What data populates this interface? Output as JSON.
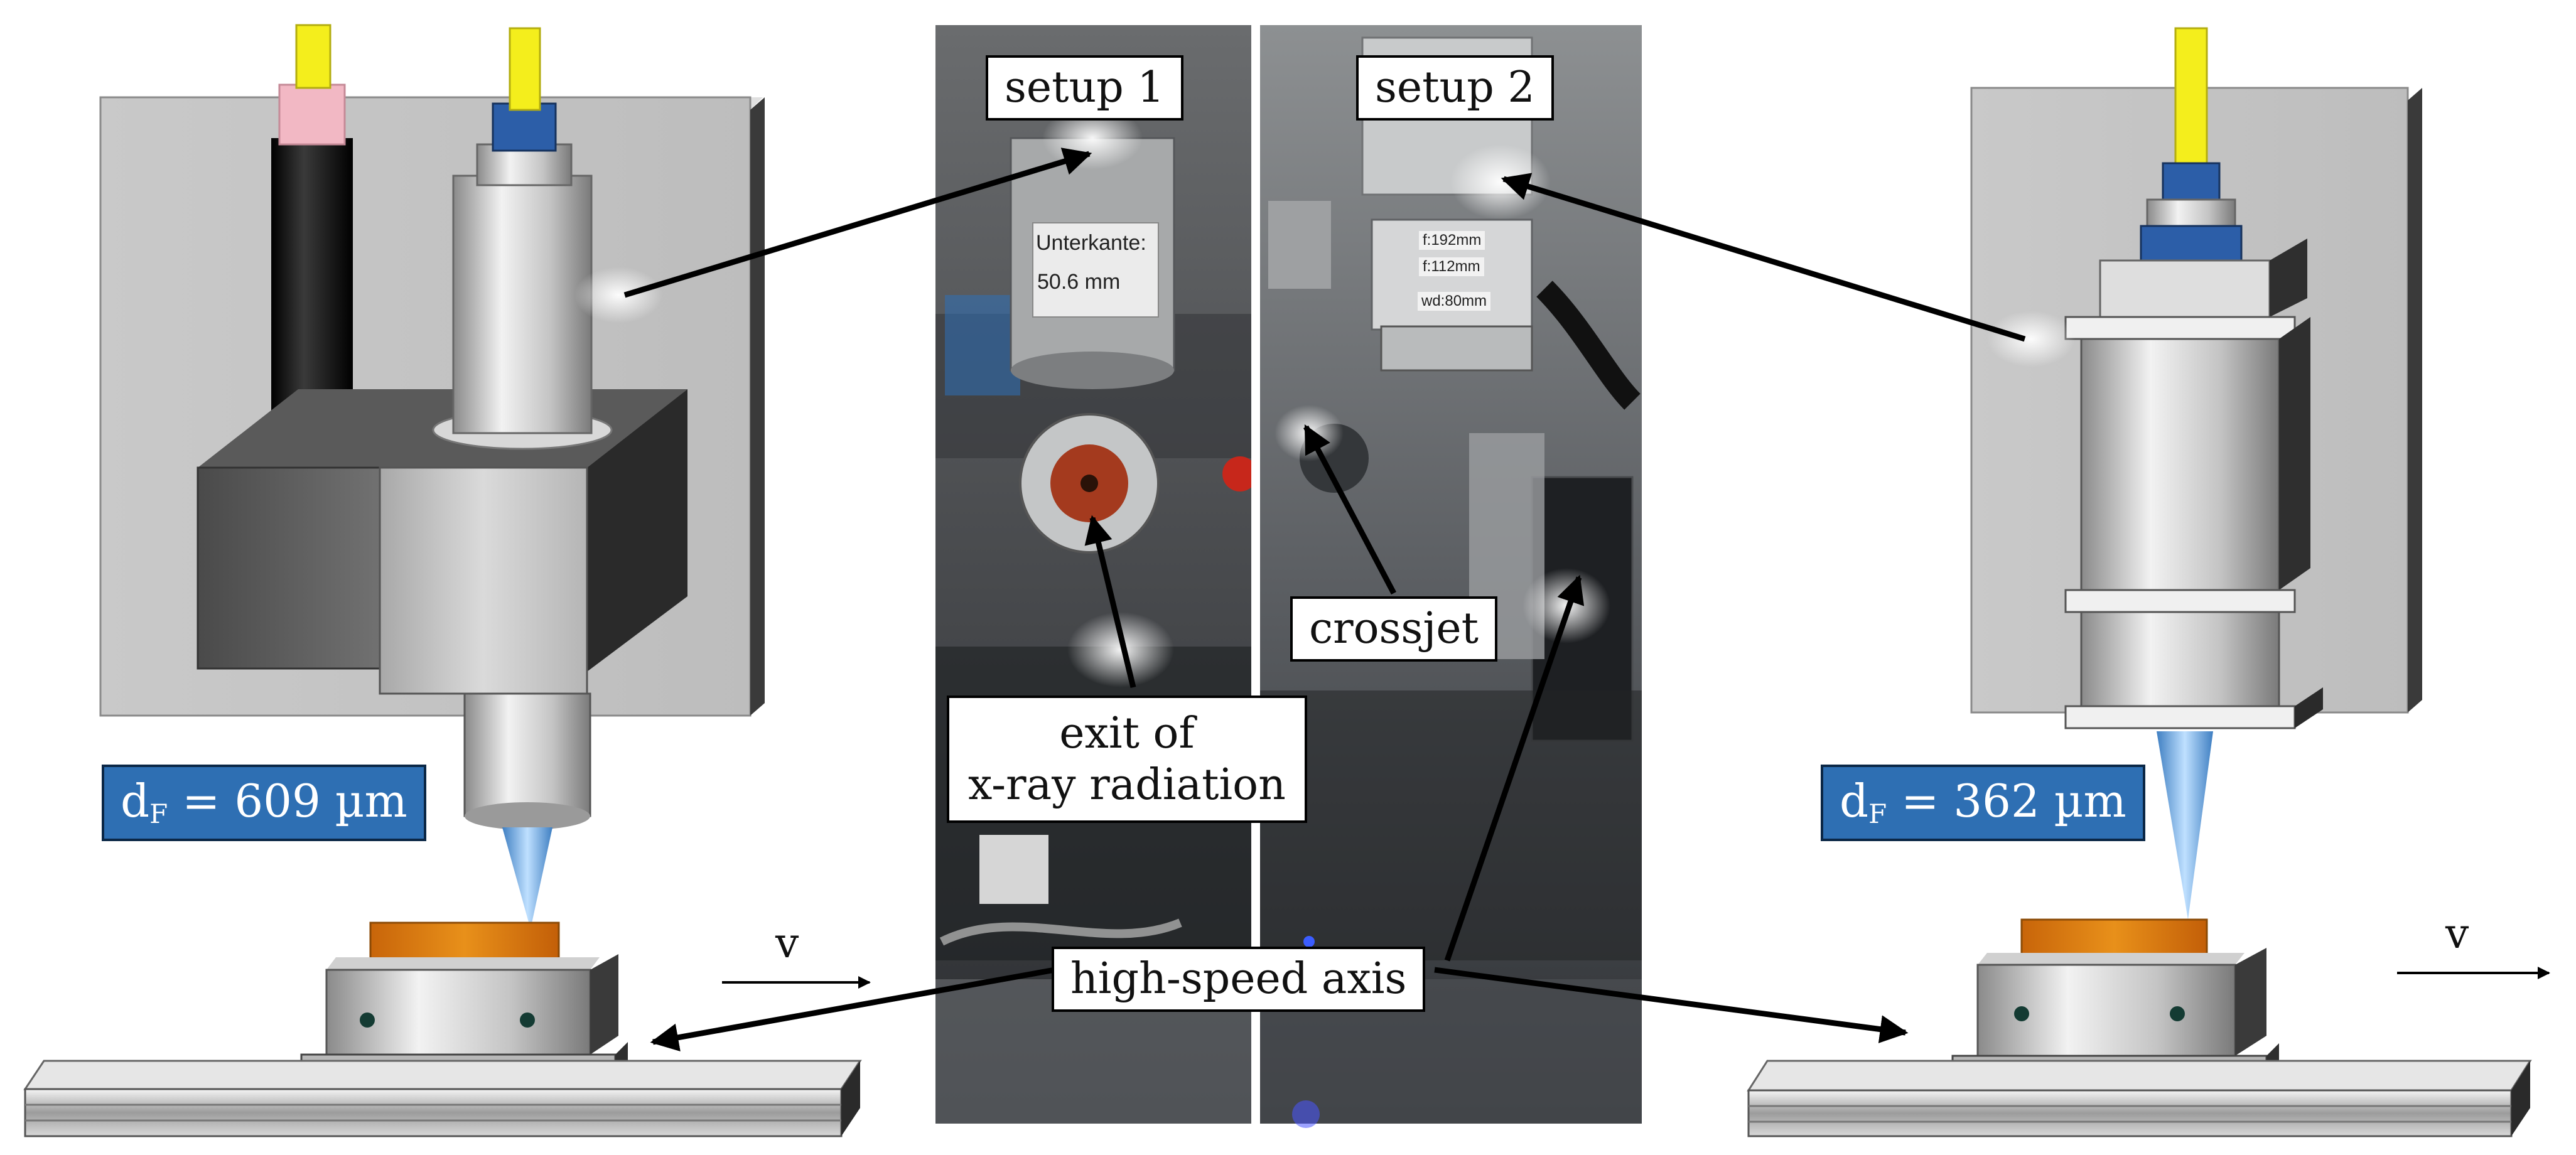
{
  "labels": {
    "setup1": "setup 1",
    "setup2": "setup 2",
    "crossjet": "crossjet",
    "exit_line1": "exit of",
    "exit_line2": "x-ray radiation",
    "high_speed_axis": "high-speed axis"
  },
  "focus_left": {
    "symbol": "d",
    "sub": "F",
    "value": "= 609 µm"
  },
  "focus_right": {
    "symbol": "d",
    "sub": "F",
    "value": "= 362 µm"
  },
  "velocity_label": "v",
  "photo_text": {
    "sticker_line1": "Unterkante:",
    "sticker_line2": "50.6 mm",
    "tag1": "f:192mm",
    "tag2": "f:112mm",
    "tag3": "wd:80mm"
  },
  "colors": {
    "fiber_yellow": "#f4ee1c",
    "blue_ring": "#2c5ea8",
    "beam_blue": "#6fa8dc",
    "workpiece": "#d9770e",
    "info_box": "#2e6fb3"
  }
}
